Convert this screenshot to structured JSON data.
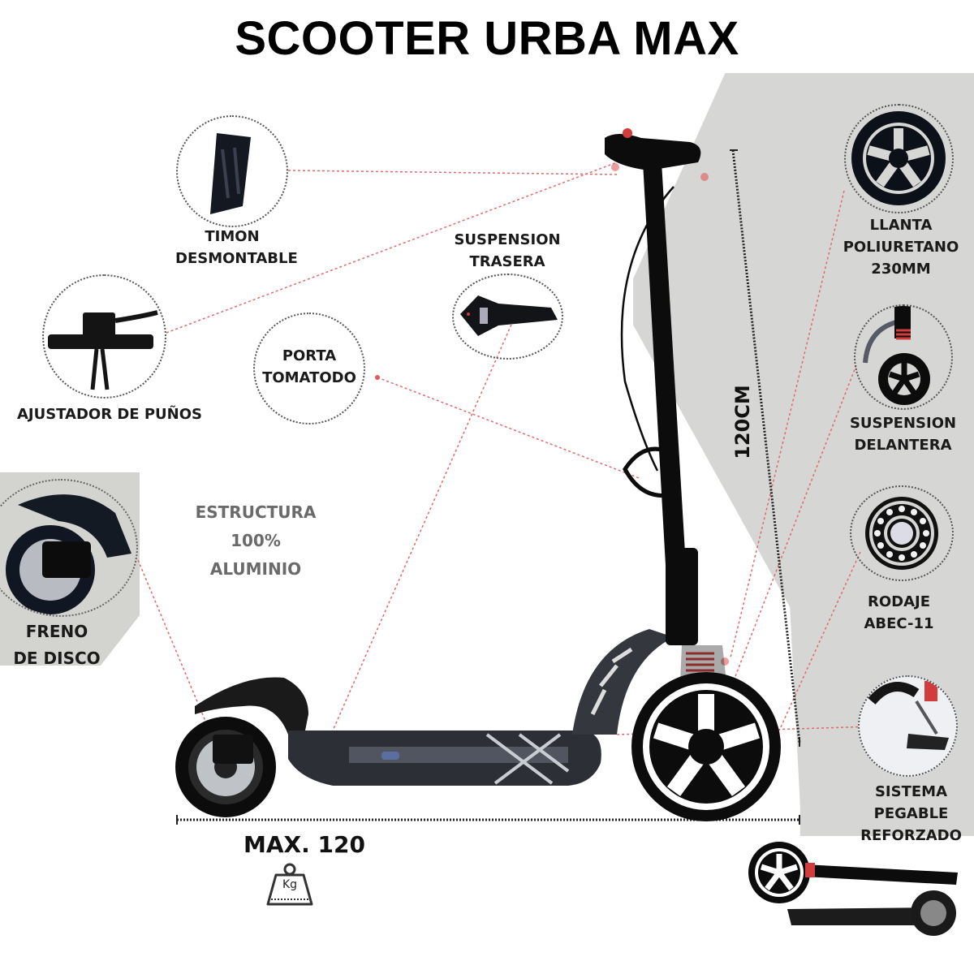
{
  "title": "SCOOTER URBA MAX",
  "colors": {
    "panel_gray": "#d6d6d4",
    "callout_red": "#e05a5a",
    "scooter_black": "#0c0c0c",
    "accent_red": "#d23c3c",
    "structure_text_gray": "#6a6a6a"
  },
  "features": [
    {
      "id": "timon",
      "lines": [
        "TIMON",
        "DESMONTABLE"
      ],
      "icon": "folding-stem-icon"
    },
    {
      "id": "ajustador",
      "lines": [
        "AJUSTADOR DE PUÑOS"
      ],
      "icon": "handlebar-grip-icon"
    },
    {
      "id": "suspension_trasera",
      "lines": [
        "SUSPENSION",
        "TRASERA"
      ],
      "icon": "rear-suspension-icon"
    },
    {
      "id": "porta_tomatodo",
      "lines": [
        "PORTA",
        "TOMATODO"
      ],
      "icon": "bottle-holder-icon"
    },
    {
      "id": "freno",
      "lines": [
        "FRENO",
        "DE DISCO"
      ],
      "icon": "disc-brake-icon"
    },
    {
      "id": "llanta",
      "lines": [
        "LLANTA",
        "POLIURETANO",
        "230MM"
      ],
      "icon": "wheel-icon"
    },
    {
      "id": "suspension_delantera",
      "lines": [
        "SUSPENSION",
        "DELANTERA"
      ],
      "icon": "front-suspension-icon"
    },
    {
      "id": "rodaje",
      "lines": [
        "RODAJE",
        "ABEC-11"
      ],
      "icon": "bearing-icon"
    },
    {
      "id": "sistema",
      "lines": [
        "SISTEMA",
        "PEGABLE",
        "REFORZADO"
      ],
      "icon": "folding-mechanism-icon"
    }
  ],
  "structure": [
    "ESTRUCTURA",
    "100%",
    "ALUMINIO"
  ],
  "height_dimension": "120CM",
  "max_load": {
    "label": "MAX. 120",
    "unit": "Kg",
    "icon": "weight-icon"
  }
}
